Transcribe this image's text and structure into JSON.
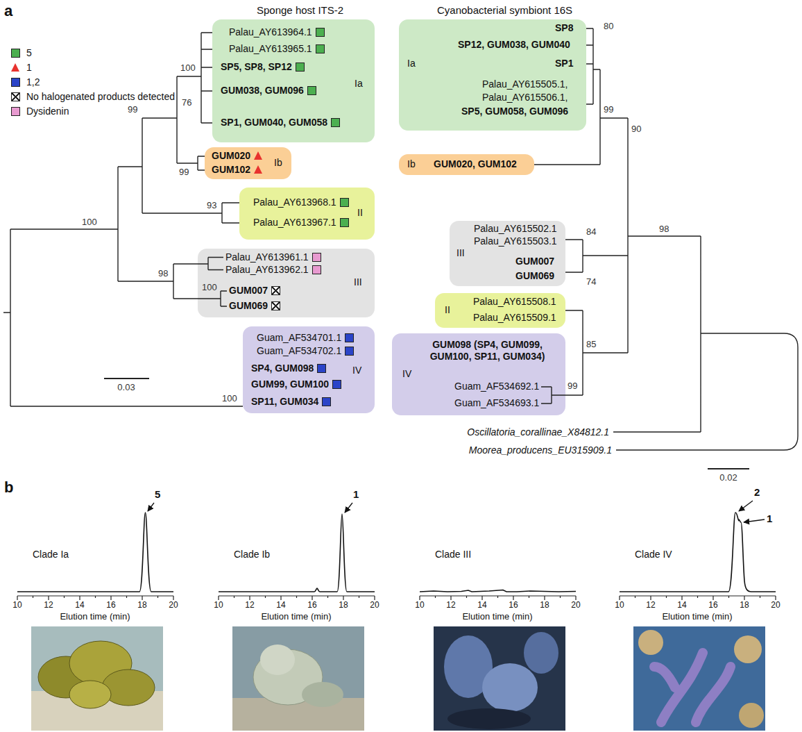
{
  "diagram": {
    "nodes": [
      {
        "text": [
          "Palau_AY613964.1",
          "Palau_AY613965.1",
          "SP5, SP8, SP12",
          "GUM038, GUM096",
          "SP1, GUM040, GUM058",
          "Ia"
        ]
      },
      {
        "text": [
          "GUM020",
          "GUM102",
          "Ib"
        ]
      },
      {
        "text": [
          "Palau_AY613968.1",
          "Palau_AY613967.1",
          "II"
        ]
      },
      {
        "text": [
          "Palau_AY613961.1",
          "Palau_AY613962.1",
          "GUM007",
          "GUM069",
          "III"
        ]
      },
      {
        "text": [
          "Guam_AF534701.1",
          "Guam_AF534702.1",
          "SP4, GUM098",
          "GUM99, GUM100",
          "SP11, GUM034",
          "IV"
        ]
      },
      {
        "text": [
          "SP8",
          "SP12, GUM038, GUM040",
          "SP1",
          "Palau_AY615505.1,",
          "Palau_AY615506.1,",
          "SP5, GUM058, GUM096",
          "Ia"
        ]
      },
      {
        "text": [
          "Ib",
          "GUM020, GUM102"
        ]
      },
      {
        "text": [
          "Palau_AY615502.1",
          "Palau_AY615503.1",
          "III",
          "GUM007",
          "GUM069"
        ]
      },
      {
        "text": [
          "II",
          "Palau_AY615508.1",
          "Palau_AY615509.1"
        ]
      },
      {
        "text": [
          "IV",
          "GUM098 (SP4, GUM099, GUM100, SP11, GUM034)",
          "Guam_AF534692.1",
          "Guam_AF534693.1"
        ]
      }
    ],
    "labels": [
      "a",
      "Sponge host ITS-2",
      "Cyanobacterial symbiont 16S",
      "100",
      "76",
      "99",
      "99",
      "93",
      "100",
      "98",
      "100",
      "100",
      "0.03",
      "80",
      "99",
      "90",
      "84",
      "74",
      "98",
      "85",
      "99",
      "Oscillatoria_corallinae_X84812.1",
      "Moorea_producens_EU315909.1",
      "0.02",
      "b",
      "Clade Ia",
      "5",
      "10",
      "12",
      "14",
      "16",
      "18",
      "20",
      "Elution time (min)",
      "Clade Ib",
      "1",
      "10",
      "12",
      "14",
      "16",
      "18",
      "20",
      "Elution time (min)",
      "Clade III",
      "10",
      "12",
      "14",
      "16",
      "18",
      "20",
      "Elution time (min)",
      "Clade IV",
      "2",
      "1",
      "10",
      "12",
      "14",
      "16",
      "18",
      "20",
      "Elution time (min)"
    ],
    "legend": [
      {
        "text": "5",
        "color": "#4caf50"
      },
      {
        "text": "1"
      },
      {
        "text": "1,2",
        "color": "#2b44c8"
      },
      {
        "text": "No halogenated products detected"
      },
      {
        "text": "Dysidenin",
        "color": "#e89ad0"
      }
    ]
  }
}
